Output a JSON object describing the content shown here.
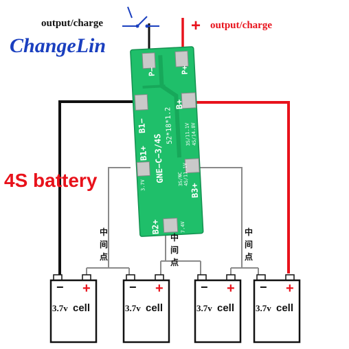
{
  "colors": {
    "pcb": "#1fbf6a",
    "pcb_dark": "#17a85a",
    "pad": "#c9c9c9",
    "wire_pos": "#e8121b",
    "wire_neg": "#111111",
    "wire_mid": "#9a9a9a",
    "battery_red": "#e8121b",
    "logo_blue": "#1a3fbf"
  },
  "logo": {
    "text": "ChangeLin"
  },
  "labels": {
    "output_charge_left": "output/charge",
    "output_charge_right": "output/charge",
    "plus_symbol": "+",
    "battery_title": "4S battery",
    "midpoint": [
      "中",
      "间",
      "点"
    ]
  },
  "board": {
    "p_minus": "P−",
    "p_plus": "P+",
    "b_minus": "B1−",
    "b_plus": "B+",
    "b1_plus": "B1+",
    "b2_plus": "B2+",
    "b3_plus": "B3+",
    "model": "GNE−C−3/4S",
    "size": "52*18*1.2",
    "note_3s_11v": "3S/11.1V",
    "note_4s_148v": "4S/14.8V",
    "note_3s_nc": "3S/NC",
    "note_4s_111v": "4S/11.1V",
    "note_37v": "3.7V",
    "note_74v": "7.4V"
  },
  "cells": [
    {
      "voltage": "3.7v",
      "label": "cell",
      "neg": "−",
      "pos": "+"
    },
    {
      "voltage": "3.7v",
      "label": "cell",
      "neg": "−",
      "pos": "+"
    },
    {
      "voltage": "3.7v",
      "label": "cell",
      "neg": "−",
      "pos": "+"
    },
    {
      "voltage": "3.7v",
      "label": "cell",
      "neg": "−",
      "pos": "+"
    }
  ]
}
